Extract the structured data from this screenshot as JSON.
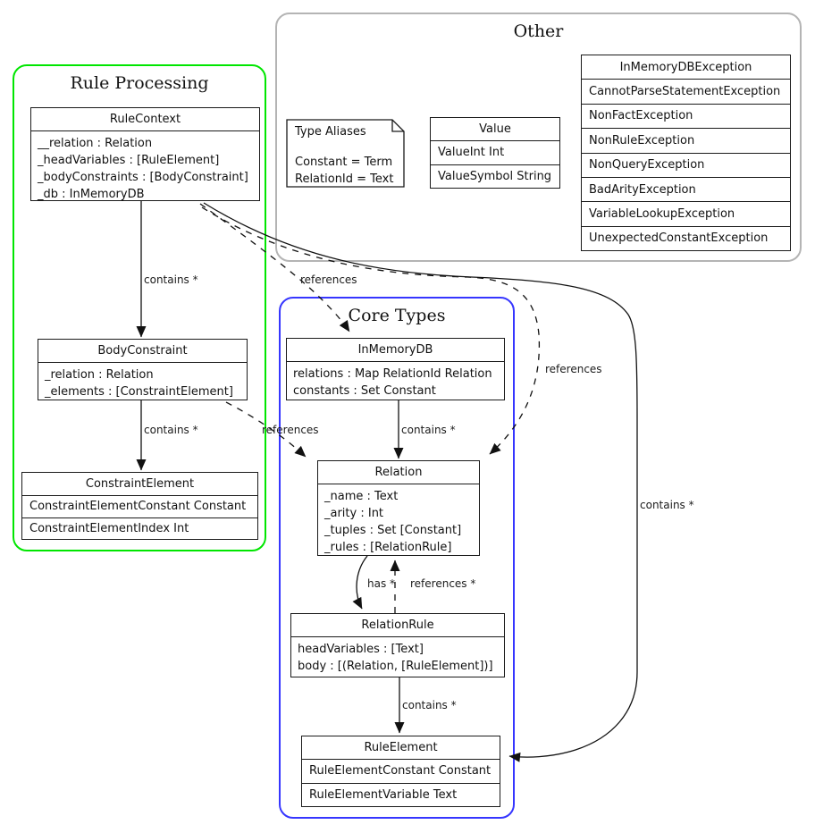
{
  "groups": {
    "rule_processing": {
      "title": "Rule Processing",
      "border_color": "#00e600"
    },
    "other": {
      "title": "Other",
      "border_color": "#b4b4b4"
    },
    "core_types": {
      "title": "Core Types",
      "border_color": "#3636ff"
    }
  },
  "classes": {
    "rule_context": {
      "name": "RuleContext",
      "fields": [
        "__relation : Relation",
        "_headVariables : [RuleElement]",
        "_bodyConstraints : [BodyConstraint]",
        "_db : InMemoryDB"
      ]
    },
    "body_constraint": {
      "name": "BodyConstraint",
      "fields": [
        "_relation : Relation",
        "_elements : [ConstraintElement]"
      ]
    },
    "constraint_element": {
      "name": "ConstraintElement",
      "variants": [
        "ConstraintElementConstant Constant",
        "ConstraintElementIndex Int"
      ]
    },
    "inmemory_db": {
      "name": "InMemoryDB",
      "fields": [
        "relations : Map RelationId Relation",
        "constants : Set Constant"
      ]
    },
    "relation": {
      "name": "Relation",
      "fields": [
        "_name : Text",
        "_arity : Int",
        "_tuples : Set [Constant]",
        "_rules : [RelationRule]"
      ]
    },
    "relation_rule": {
      "name": "RelationRule",
      "fields": [
        "headVariables : [Text]",
        "body : [(Relation, [RuleElement])]"
      ]
    },
    "rule_element": {
      "name": "RuleElement",
      "variants": [
        "RuleElementConstant Constant",
        "RuleElementVariable Text"
      ]
    },
    "value": {
      "name": "Value",
      "variants": [
        "ValueInt Int",
        "ValueSymbol String"
      ]
    },
    "exceptions": {
      "name": "InMemoryDBException",
      "variants": [
        "CannotParseStatementException",
        "NonFactException",
        "NonRuleException",
        "NonQueryException",
        "BadArityException",
        "VariableLookupException",
        "UnexpectedConstantException"
      ]
    }
  },
  "note": {
    "title": "Type Aliases",
    "lines": [
      "Constant = Term",
      "RelationId = Text"
    ]
  },
  "edges": {
    "rulecontext_bodyconstraint": "contains *",
    "bodyconstraint_constraintelement": "contains *",
    "inmemorydb_relation": "contains *",
    "relationrule_ruleelement": "contains *",
    "rulecontext_ruleelement": "contains *",
    "relation_relationrule": "has *",
    "relationrule_relation": "references *",
    "bodyconstraint_relation": "references",
    "rulecontext_inmemorydb": "references",
    "rulecontext_relation": "references"
  },
  "colors": {
    "line": "#111111",
    "box_border": "#1a1a1a",
    "text": "#111111"
  }
}
